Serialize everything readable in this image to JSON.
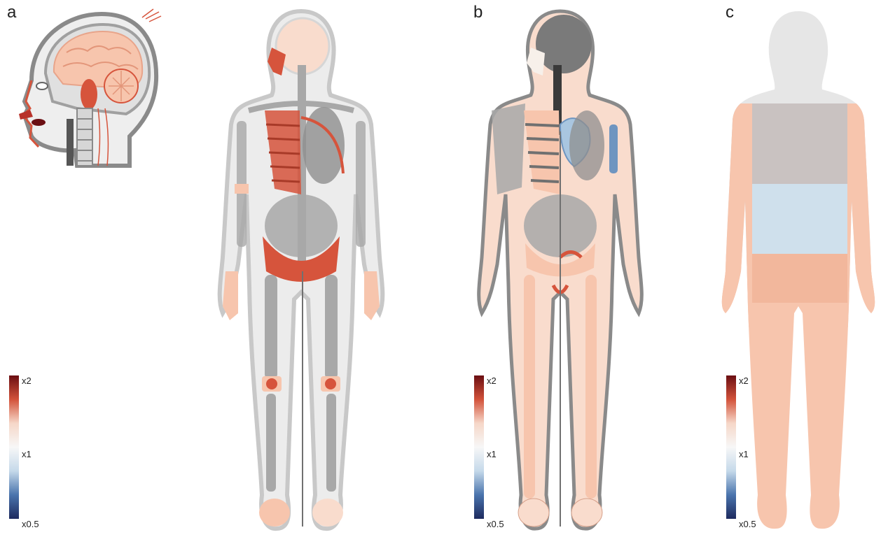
{
  "panels": [
    {
      "letter": "a"
    },
    {
      "letter": "b"
    },
    {
      "letter": "c"
    }
  ],
  "colorbar": {
    "labels": [
      "x2",
      "x1",
      "x0.5"
    ],
    "colors": [
      "#6b0e12",
      "#d2523a",
      "#f6d7c8",
      "#f7f7f7",
      "#c5d9ea",
      "#4a74ad",
      "#1d2a5e"
    ]
  },
  "palette": {
    "grey_dark": "#707070",
    "grey_mid": "#a8a8a8",
    "grey_light": "#d6d6d6",
    "red_strong": "#d6543c",
    "peach": "#f7c5ad",
    "peach_light": "#f9dccd",
    "blue_light": "#cfe0ec",
    "blue_mid": "#6f95c0",
    "brown_grey": "#c9c2c1"
  }
}
